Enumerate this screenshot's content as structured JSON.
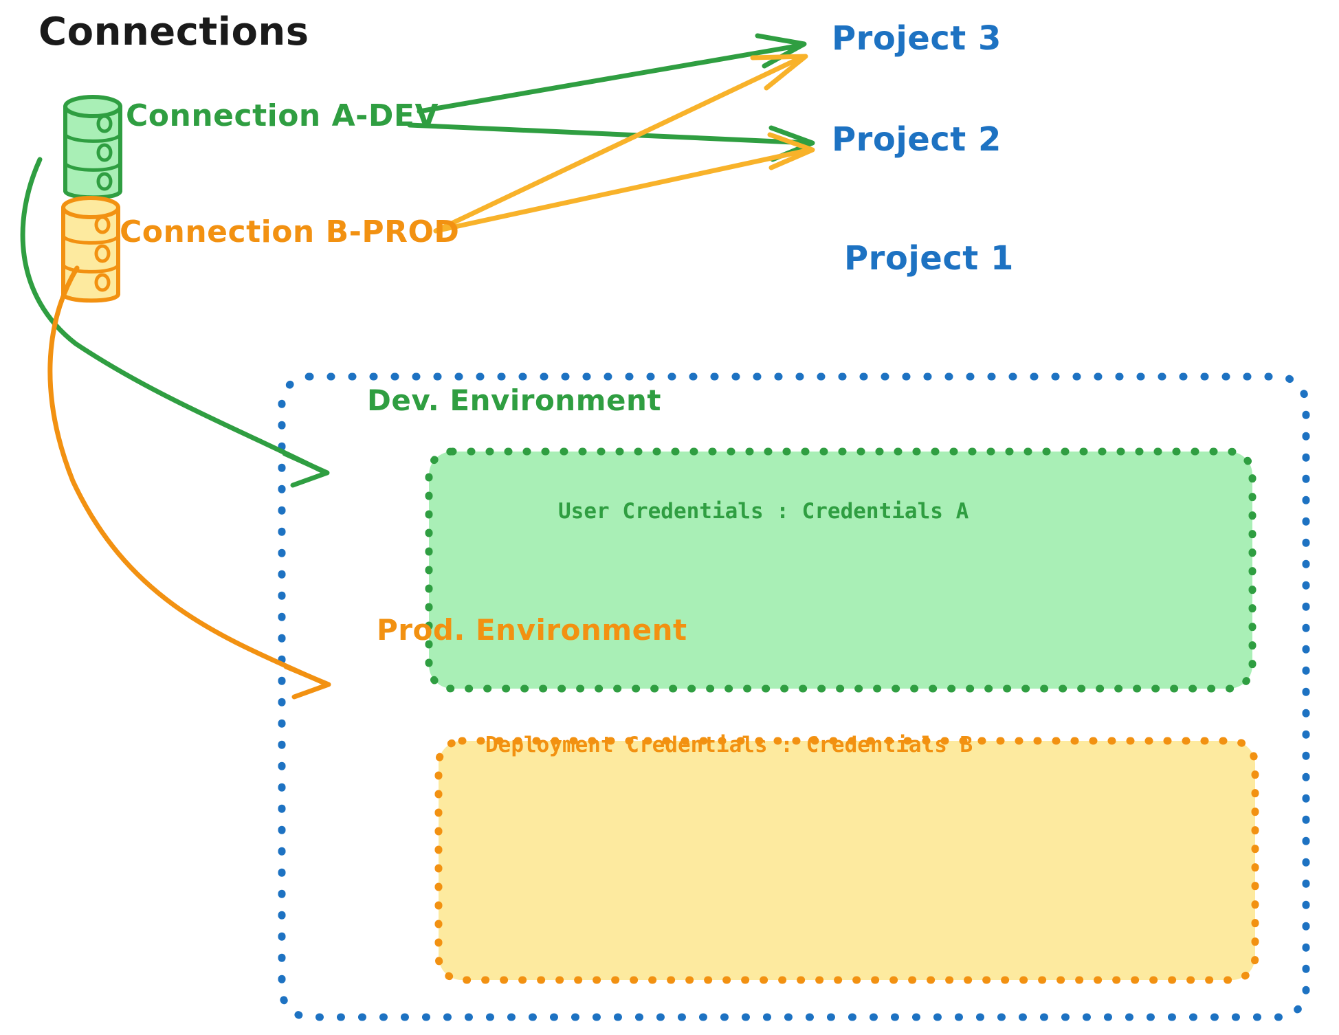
{
  "diagram": {
    "title": "Connections",
    "background": "#ffffff"
  },
  "colors": {
    "green_stroke": "#2f9e41",
    "green_fill": "#a9efb6",
    "orange_stroke": "#f29111",
    "orange_fill": "#fdea9f",
    "blue": "#1d72c2",
    "text_dark": "#1a1a1a"
  },
  "connections": [
    {
      "id": "connection-a-dev",
      "label": "Connection A-DEV",
      "icon": "database-icon",
      "color": "#2f9e41",
      "targets": [
        "Project 3",
        "Project 2",
        "Dev. Environment"
      ]
    },
    {
      "id": "connection-b-prod",
      "label": "Connection B-PROD",
      "icon": "database-icon",
      "color": "#f29111",
      "targets": [
        "Project 3",
        "Project 2",
        "Prod. Environment"
      ]
    }
  ],
  "projects": [
    {
      "id": "project-3",
      "label": "Project 3"
    },
    {
      "id": "project-2",
      "label": "Project 2"
    },
    {
      "id": "project-1",
      "label": "Project 1"
    }
  ],
  "project1_container": {
    "label": "Project 1",
    "border_color": "#1d72c2",
    "border_style": "dotted",
    "environments": [
      {
        "id": "dev-environment",
        "label": "Dev. Environment",
        "fill": "#a9efb6",
        "border_color": "#2f9e41",
        "credential_key": "User Credentials",
        "credential_separator": ":",
        "credential_value": "Credentials A",
        "credential_line": "User Credentials : Credentials A"
      },
      {
        "id": "prod-environment",
        "label": "Prod. Environment",
        "fill": "#fdea9f",
        "border_color": "#f29111",
        "credential_key": "Deployment Credentials",
        "credential_separator": ":",
        "credential_value": "Credentials B",
        "credential_line": "Deployment Credentials : Credentials B"
      }
    ]
  }
}
